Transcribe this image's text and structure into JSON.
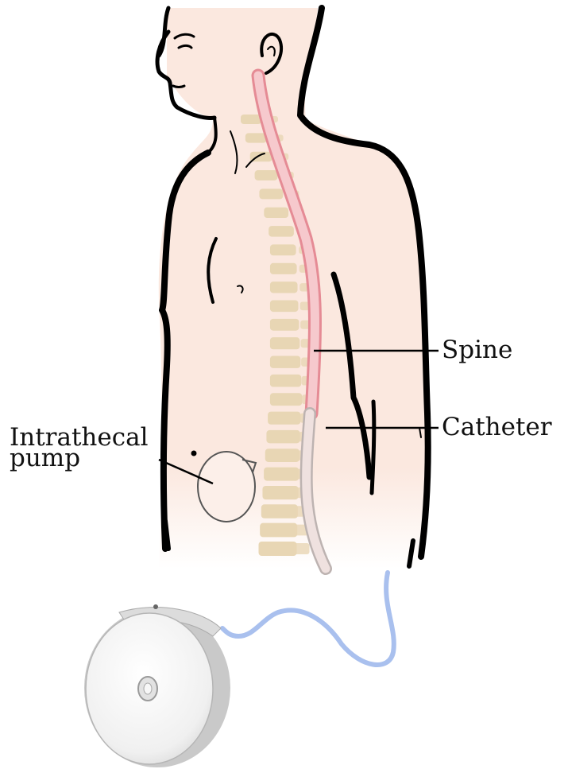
{
  "labels": {
    "spine": "Spine",
    "catheter": "Catheter",
    "pump_line1": "Intrathecal",
    "pump_line2": "pump"
  },
  "colors": {
    "skin": "#fbe8df",
    "outline": "#000000",
    "vertebra": "#e8d6b4",
    "spinal_cord": "#f2b8bd",
    "catheter": "#a9c0ee",
    "pump_body": "#f4f4f4",
    "pump_shadow": "#c9c9c9"
  }
}
